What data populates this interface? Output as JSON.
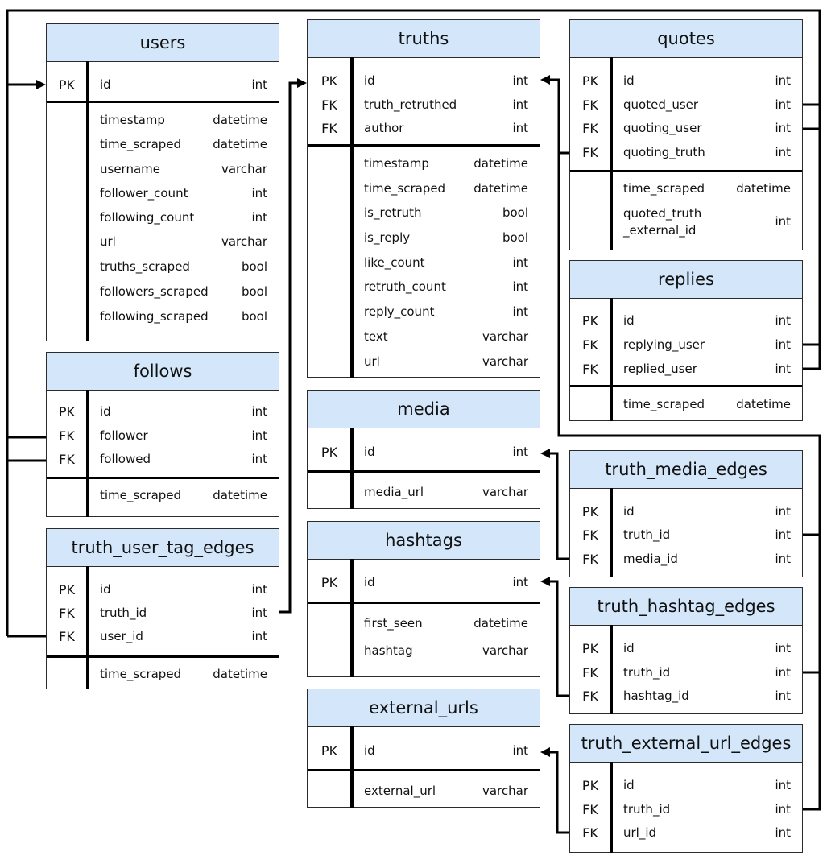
{
  "tables": [
    {
      "name": "users",
      "columns": [
        {
          "key": "PK",
          "name": "id",
          "type": "int"
        },
        {
          "key": "",
          "name": "timestamp",
          "type": "datetime"
        },
        {
          "key": "",
          "name": "time_scraped",
          "type": "datetime"
        },
        {
          "key": "",
          "name": "username",
          "type": "varchar"
        },
        {
          "key": "",
          "name": "follower_count",
          "type": "int"
        },
        {
          "key": "",
          "name": "following_count",
          "type": "int"
        },
        {
          "key": "",
          "name": "url",
          "type": "varchar"
        },
        {
          "key": "",
          "name": "truths_scraped",
          "type": "bool"
        },
        {
          "key": "",
          "name": "followers_scraped",
          "type": "bool"
        },
        {
          "key": "",
          "name": "following_scraped",
          "type": "bool"
        }
      ]
    },
    {
      "name": "follows",
      "columns": [
        {
          "key": "PK",
          "name": "id",
          "type": "int"
        },
        {
          "key": "FK",
          "name": "follower",
          "type": "int"
        },
        {
          "key": "FK",
          "name": "followed",
          "type": "int"
        },
        {
          "key": "",
          "name": "time_scraped",
          "type": "datetime"
        }
      ]
    },
    {
      "name": "truth_user_tag_edges",
      "columns": [
        {
          "key": "PK",
          "name": "id",
          "type": "int"
        },
        {
          "key": "FK",
          "name": "truth_id",
          "type": "int"
        },
        {
          "key": "FK",
          "name": "user_id",
          "type": "int"
        },
        {
          "key": "",
          "name": "time_scraped",
          "type": "datetime"
        }
      ]
    },
    {
      "name": "truths",
      "columns": [
        {
          "key": "PK",
          "name": "id",
          "type": "int"
        },
        {
          "key": "FK",
          "name": "truth_retruthed",
          "type": "int"
        },
        {
          "key": "FK",
          "name": "author",
          "type": "int"
        },
        {
          "key": "",
          "name": "timestamp",
          "type": "datetime"
        },
        {
          "key": "",
          "name": "time_scraped",
          "type": "datetime"
        },
        {
          "key": "",
          "name": "is_retruth",
          "type": "bool"
        },
        {
          "key": "",
          "name": "is_reply",
          "type": "bool"
        },
        {
          "key": "",
          "name": "like_count",
          "type": "int"
        },
        {
          "key": "",
          "name": "retruth_count",
          "type": "int"
        },
        {
          "key": "",
          "name": "reply_count",
          "type": "int"
        },
        {
          "key": "",
          "name": "text",
          "type": "varchar"
        },
        {
          "key": "",
          "name": "url",
          "type": "varchar"
        }
      ]
    },
    {
      "name": "media",
      "columns": [
        {
          "key": "PK",
          "name": "id",
          "type": "int"
        },
        {
          "key": "",
          "name": "media_url",
          "type": "varchar"
        }
      ]
    },
    {
      "name": "hashtags",
      "columns": [
        {
          "key": "PK",
          "name": "id",
          "type": "int"
        },
        {
          "key": "",
          "name": "first_seen",
          "type": "datetime"
        },
        {
          "key": "",
          "name": "hashtag",
          "type": "varchar"
        }
      ]
    },
    {
      "name": "external_urls",
      "columns": [
        {
          "key": "PK",
          "name": "id",
          "type": "int"
        },
        {
          "key": "",
          "name": "external_url",
          "type": "varchar"
        }
      ]
    },
    {
      "name": "quotes",
      "columns": [
        {
          "key": "PK",
          "name": "id",
          "type": "int"
        },
        {
          "key": "FK",
          "name": "quoted_user",
          "type": "int"
        },
        {
          "key": "FK",
          "name": "quoting_user",
          "type": "int"
        },
        {
          "key": "FK",
          "name": "quoting_truth",
          "type": "int"
        },
        {
          "key": "",
          "name": "time_scraped",
          "type": "datetime"
        },
        {
          "key": "",
          "name": "quoted_truth\n_external_id",
          "type": "int"
        }
      ]
    },
    {
      "name": "replies",
      "columns": [
        {
          "key": "PK",
          "name": "id",
          "type": "int"
        },
        {
          "key": "FK",
          "name": "replying_user",
          "type": "int"
        },
        {
          "key": "FK",
          "name": "replied_user",
          "type": "int"
        },
        {
          "key": "",
          "name": "time_scraped",
          "type": "datetime"
        }
      ]
    },
    {
      "name": "truth_media_edges",
      "columns": [
        {
          "key": "PK",
          "name": "id",
          "type": "int"
        },
        {
          "key": "FK",
          "name": "truth_id",
          "type": "int"
        },
        {
          "key": "FK",
          "name": "media_id",
          "type": "int"
        }
      ]
    },
    {
      "name": "truth_hashtag_edges",
      "columns": [
        {
          "key": "PK",
          "name": "id",
          "type": "int"
        },
        {
          "key": "FK",
          "name": "truth_id",
          "type": "int"
        },
        {
          "key": "FK",
          "name": "hashtag_id",
          "type": "int"
        }
      ]
    },
    {
      "name": "truth_external_url_edges",
      "columns": [
        {
          "key": "PK",
          "name": "id",
          "type": "int"
        },
        {
          "key": "FK",
          "name": "truth_id",
          "type": "int"
        },
        {
          "key": "FK",
          "name": "url_id",
          "type": "int"
        }
      ]
    }
  ],
  "colors": {
    "header_fill": "#d3e6fa",
    "border": "#2b2b2b",
    "connector": "#000000"
  }
}
